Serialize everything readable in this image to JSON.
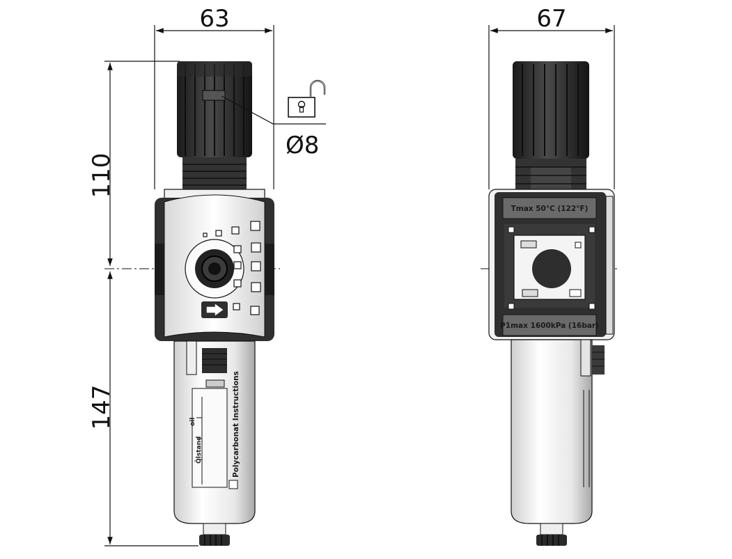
{
  "dimensions": {
    "width_front": "63",
    "width_side": "67",
    "height_top": "110",
    "height_bottom": "147",
    "diameter": "Ø8"
  },
  "labels": {
    "tmax": "Tmax 50°C (122°F)",
    "p1max": "P1max 1600kPa (16bar)",
    "bowl_text": "Polycarbonat Instructions"
  },
  "icons": [
    "padlock-open-icon",
    "arrow-right-icon"
  ],
  "colors": {
    "body_dark": "#2b2b2b",
    "body_light": "#e6e6e6",
    "line": "#111111"
  }
}
